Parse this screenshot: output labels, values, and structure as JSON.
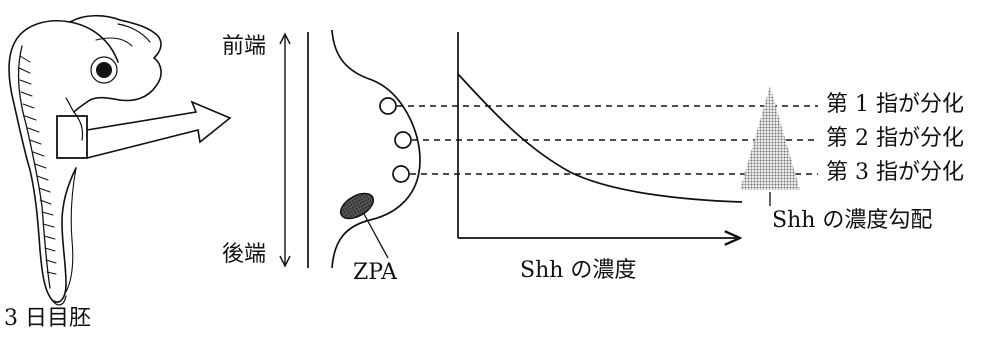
{
  "embryo": {
    "caption": "3 日目胚"
  },
  "axis": {
    "anterior": "前端",
    "posterior": "後端"
  },
  "limb_bud": {
    "zpa_label": "ZPA"
  },
  "graph": {
    "x_axis_label": "Shh の濃度"
  },
  "digits": [
    {
      "label": "第 1 指が分化"
    },
    {
      "label": "第 2 指が分化"
    },
    {
      "label": "第 3 指が分化"
    }
  ],
  "gradient": {
    "label": "Shh の濃度勾配",
    "color": "#8a8a8a"
  },
  "zpa_color": "#4a4a4a"
}
